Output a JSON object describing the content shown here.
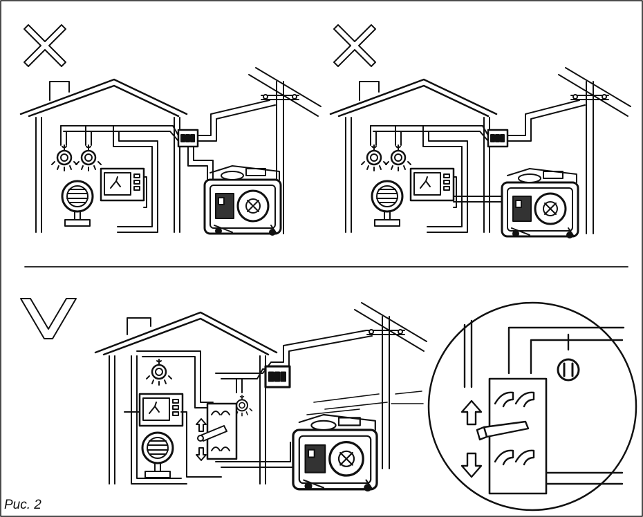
{
  "caption": "Рис. 2",
  "colors": {
    "ink": "#111111",
    "paper": "#ffffff",
    "gray": "#888888"
  },
  "panels": [
    {
      "name": "panel-incorrect-1",
      "mark": "cross-mark-icon",
      "verdict": "incorrect"
    },
    {
      "name": "panel-incorrect-2",
      "mark": "cross-mark-icon",
      "verdict": "incorrect"
    },
    {
      "name": "panel-correct",
      "mark": "check-v-mark-icon",
      "verdict": "correct"
    }
  ],
  "icons": [
    "cross-mark-icon",
    "check-v-mark-icon",
    "house-icon",
    "power-pole-icon",
    "fuse-box-icon",
    "generator-icon",
    "light-bulb-icon",
    "fan-icon",
    "microwave-icon",
    "transfer-switch-icon",
    "arrow-up-icon",
    "arrow-down-icon",
    "magnifier-circle-icon"
  ]
}
